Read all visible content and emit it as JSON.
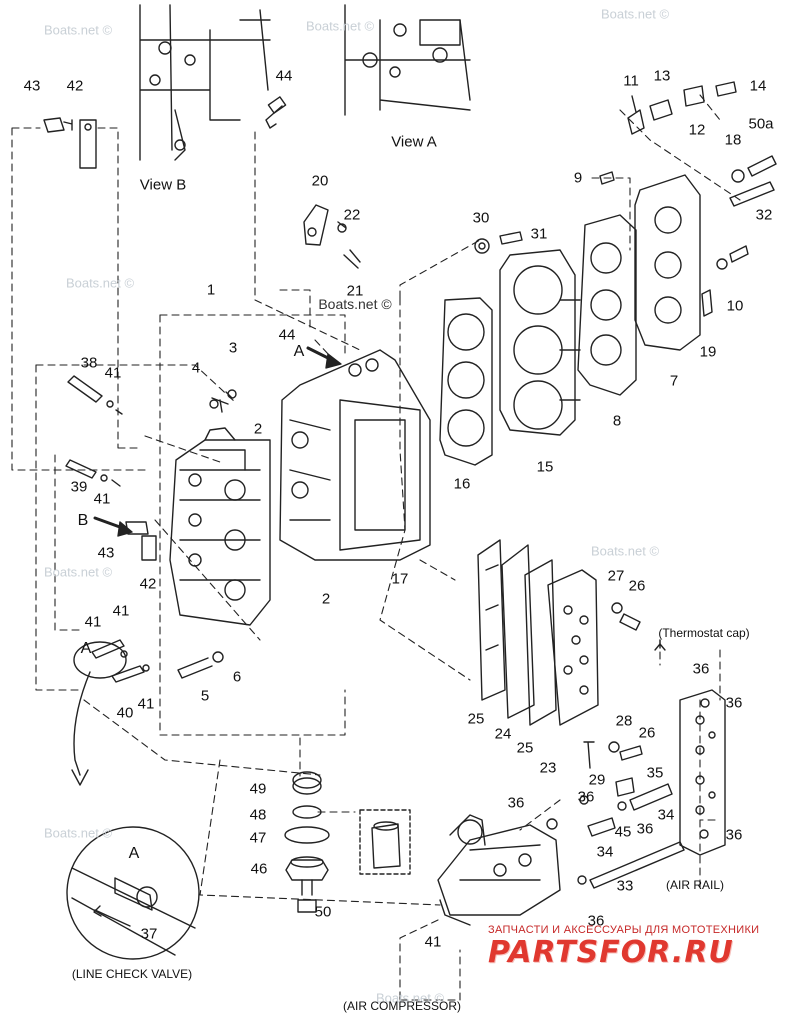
{
  "diagram": {
    "views": {
      "view_b": "View B",
      "view_a": "View A"
    },
    "callout_letters": {
      "a_top": "A",
      "b_side": "B",
      "a_detail": "A",
      "a_circle": "A"
    },
    "captions": {
      "thermostat_cap": "(Thermostat cap)",
      "air_rail": "(AIR RAIL)",
      "line_check_valve": "(LINE CHECK VALVE)",
      "air_compressor": "(AIR COMPRESSOR)"
    },
    "watermarks": [
      "Boats.net ©",
      "Boats.net ©",
      "Boats.net ©",
      "Boats.net ©",
      "Boats.net ©",
      "Boats.net ©",
      "Boats.net ©",
      "Boats.net ©"
    ],
    "watermark_center": "Boats.net ©",
    "part_labels": [
      {
        "id": "1",
        "text": "1"
      },
      {
        "id": "2a",
        "text": "2"
      },
      {
        "id": "2b",
        "text": "2"
      },
      {
        "id": "3",
        "text": "3"
      },
      {
        "id": "4",
        "text": "4"
      },
      {
        "id": "5",
        "text": "5"
      },
      {
        "id": "6",
        "text": "6"
      },
      {
        "id": "7",
        "text": "7"
      },
      {
        "id": "8",
        "text": "8"
      },
      {
        "id": "9",
        "text": "9"
      },
      {
        "id": "10",
        "text": "10"
      },
      {
        "id": "11",
        "text": "11"
      },
      {
        "id": "12",
        "text": "12"
      },
      {
        "id": "13",
        "text": "13"
      },
      {
        "id": "14",
        "text": "14"
      },
      {
        "id": "15",
        "text": "15"
      },
      {
        "id": "16",
        "text": "16"
      },
      {
        "id": "17",
        "text": "17"
      },
      {
        "id": "18",
        "text": "18"
      },
      {
        "id": "19",
        "text": "19"
      },
      {
        "id": "20",
        "text": "20"
      },
      {
        "id": "21",
        "text": "21"
      },
      {
        "id": "22",
        "text": "22"
      },
      {
        "id": "23",
        "text": "23"
      },
      {
        "id": "24",
        "text": "24"
      },
      {
        "id": "25a",
        "text": "25"
      },
      {
        "id": "25b",
        "text": "25"
      },
      {
        "id": "26a",
        "text": "26"
      },
      {
        "id": "26b",
        "text": "26"
      },
      {
        "id": "27",
        "text": "27"
      },
      {
        "id": "28",
        "text": "28"
      },
      {
        "id": "29",
        "text": "29"
      },
      {
        "id": "30",
        "text": "30"
      },
      {
        "id": "31",
        "text": "31"
      },
      {
        "id": "32",
        "text": "32"
      },
      {
        "id": "33",
        "text": "33"
      },
      {
        "id": "34a",
        "text": "34"
      },
      {
        "id": "34b",
        "text": "34"
      },
      {
        "id": "35",
        "text": "35"
      },
      {
        "id": "36a",
        "text": "36"
      },
      {
        "id": "36b",
        "text": "36"
      },
      {
        "id": "36c",
        "text": "36"
      },
      {
        "id": "36d",
        "text": "36"
      },
      {
        "id": "36e",
        "text": "36"
      },
      {
        "id": "36f",
        "text": "36"
      },
      {
        "id": "36g",
        "text": "36"
      },
      {
        "id": "37",
        "text": "37"
      },
      {
        "id": "38",
        "text": "38"
      },
      {
        "id": "39",
        "text": "39"
      },
      {
        "id": "40",
        "text": "40"
      },
      {
        "id": "41a",
        "text": "41"
      },
      {
        "id": "41b",
        "text": "41"
      },
      {
        "id": "41c",
        "text": "41"
      },
      {
        "id": "41d",
        "text": "41"
      },
      {
        "id": "41e",
        "text": "41"
      },
      {
        "id": "41f",
        "text": "41"
      },
      {
        "id": "42a",
        "text": "42"
      },
      {
        "id": "42b",
        "text": "42"
      },
      {
        "id": "43a",
        "text": "43"
      },
      {
        "id": "43b",
        "text": "43"
      },
      {
        "id": "44a",
        "text": "44"
      },
      {
        "id": "44b",
        "text": "44"
      },
      {
        "id": "45",
        "text": "45"
      },
      {
        "id": "46",
        "text": "46"
      },
      {
        "id": "47",
        "text": "47"
      },
      {
        "id": "48",
        "text": "48"
      },
      {
        "id": "49",
        "text": "49"
      },
      {
        "id": "50",
        "text": "50"
      },
      {
        "id": "50a",
        "text": "50a"
      }
    ]
  },
  "branding": {
    "tagline": "ЗАПЧАСТИ И АКСЕССУАРЫ ДЛЯ МОТОТЕХНИКИ",
    "logo_text": "PARTSFOR.RU"
  }
}
